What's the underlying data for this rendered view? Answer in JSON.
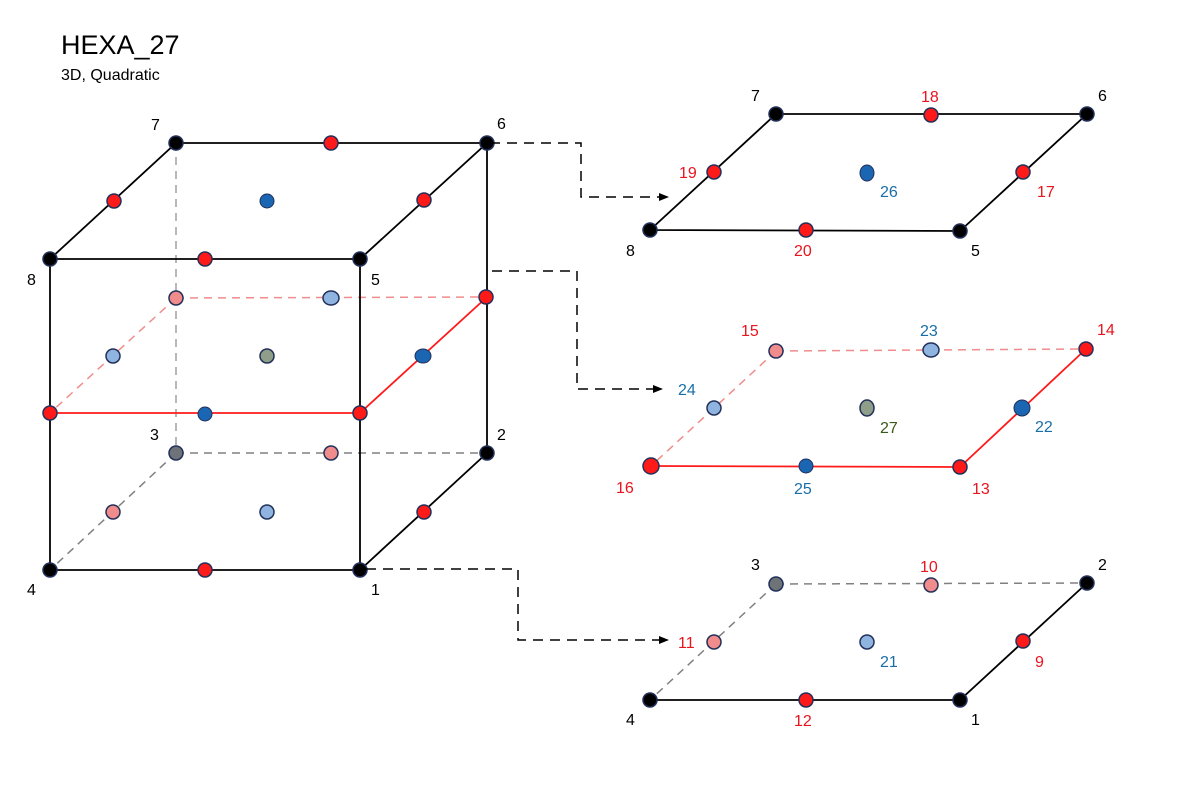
{
  "title": "HEXA_27",
  "subtitle": "3D, Quadratic",
  "colors": {
    "corner": "#000000",
    "edge_front": "#ff1a1a",
    "edge_back": "#f08c8c",
    "face_front": "#1a66b3",
    "face_back": "#8fb4e0",
    "center": "#8f9e88",
    "corner_hidden": "#6e7378",
    "label_corner": "#000000",
    "label_edge": "#e8141e",
    "label_face": "#1a6ea8",
    "label_center": "#3a5a1a"
  },
  "cube_labels": {
    "n1": "1",
    "n2": "2",
    "n3": "3",
    "n4": "4",
    "n5": "5",
    "n6": "6",
    "n7": "7",
    "n8": "8"
  },
  "top_layer": {
    "n5": "5",
    "n6": "6",
    "n7": "7",
    "n8": "8",
    "n17": "17",
    "n18": "18",
    "n19": "19",
    "n20": "20",
    "n26": "26"
  },
  "mid_layer": {
    "n13": "13",
    "n14": "14",
    "n15": "15",
    "n16": "16",
    "n22": "22",
    "n23": "23",
    "n24": "24",
    "n25": "25",
    "n27": "27"
  },
  "bottom_layer": {
    "n1": "1",
    "n2": "2",
    "n3": "3",
    "n4": "4",
    "n9": "9",
    "n10": "10",
    "n11": "11",
    "n12": "12",
    "n21": "21"
  }
}
